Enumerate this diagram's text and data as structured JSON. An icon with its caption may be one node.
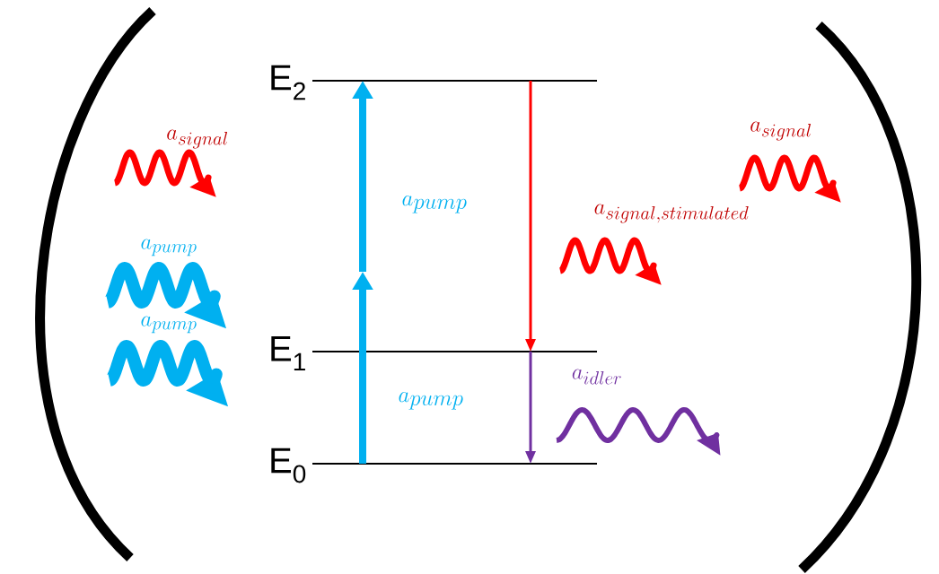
{
  "diagram": {
    "nodes": [
      {
        "text": [
          "E$_{2}$"
        ]
      },
      {
        "text": [
          "E$_{1}$"
        ]
      },
      {
        "text": [
          "E$_{0}$"
        ]
      }
    ],
    "edges": [
      {
        "from": 2,
        "to": null,
        "arrow": "to",
        "label": "a_{pump}",
        "style": "thick",
        "color": "#00b0f0"
      },
      {
        "from": null,
        "to": 0,
        "arrow": "to",
        "label": "a_{pump}",
        "style": "thick",
        "color": "#00b0f0"
      },
      {
        "from": 0,
        "to": 1,
        "arrow": "to",
        "color": "#ff0000"
      },
      {
        "from": 1,
        "to": 2,
        "arrow": "to",
        "color": "#7030a0"
      }
    ],
    "labels": [
      "a_{signal}",
      "a_{pump}",
      "a_{pump}",
      "a_{signal}",
      "a_{signal,stimulated}",
      "a_{idler}"
    ]
  }
}
